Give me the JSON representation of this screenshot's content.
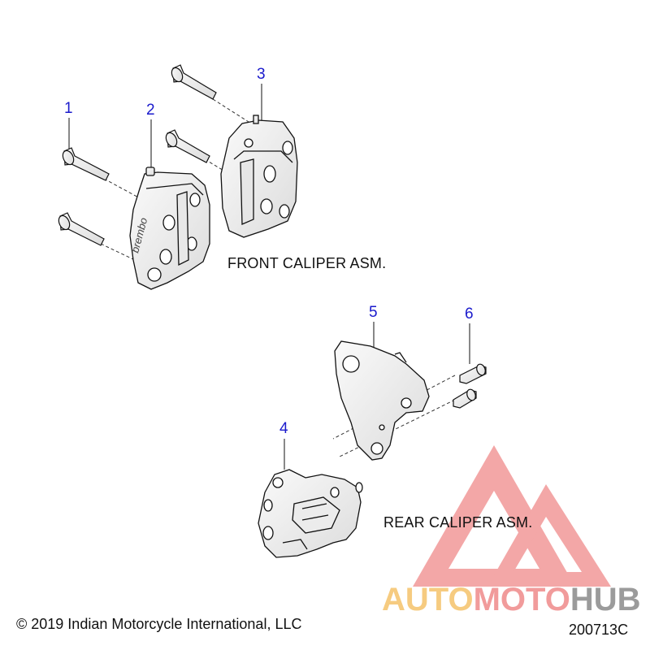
{
  "callouts": {
    "c1": "1",
    "c2": "2",
    "c3": "3",
    "c4": "4",
    "c5": "5",
    "c6": "6"
  },
  "labels": {
    "front": "FRONT CALIPER ASM.",
    "rear": "REAR CALIPER ASM."
  },
  "footer": {
    "copyright": "© 2019 Indian Motorcycle International, LLC",
    "code": "200713C"
  },
  "watermark": {
    "part1": "AUTO",
    "part2": "MOTO",
    "part3": "HUB",
    "colors": {
      "auto": "#f5c36a",
      "moto": "#ef8a8a",
      "hub": "#8a8a8a",
      "triangle": "#ef8a8a"
    }
  },
  "caliper_brand_mark": "brembo",
  "colors": {
    "callout": "#1a1acc",
    "line": "#111111"
  }
}
